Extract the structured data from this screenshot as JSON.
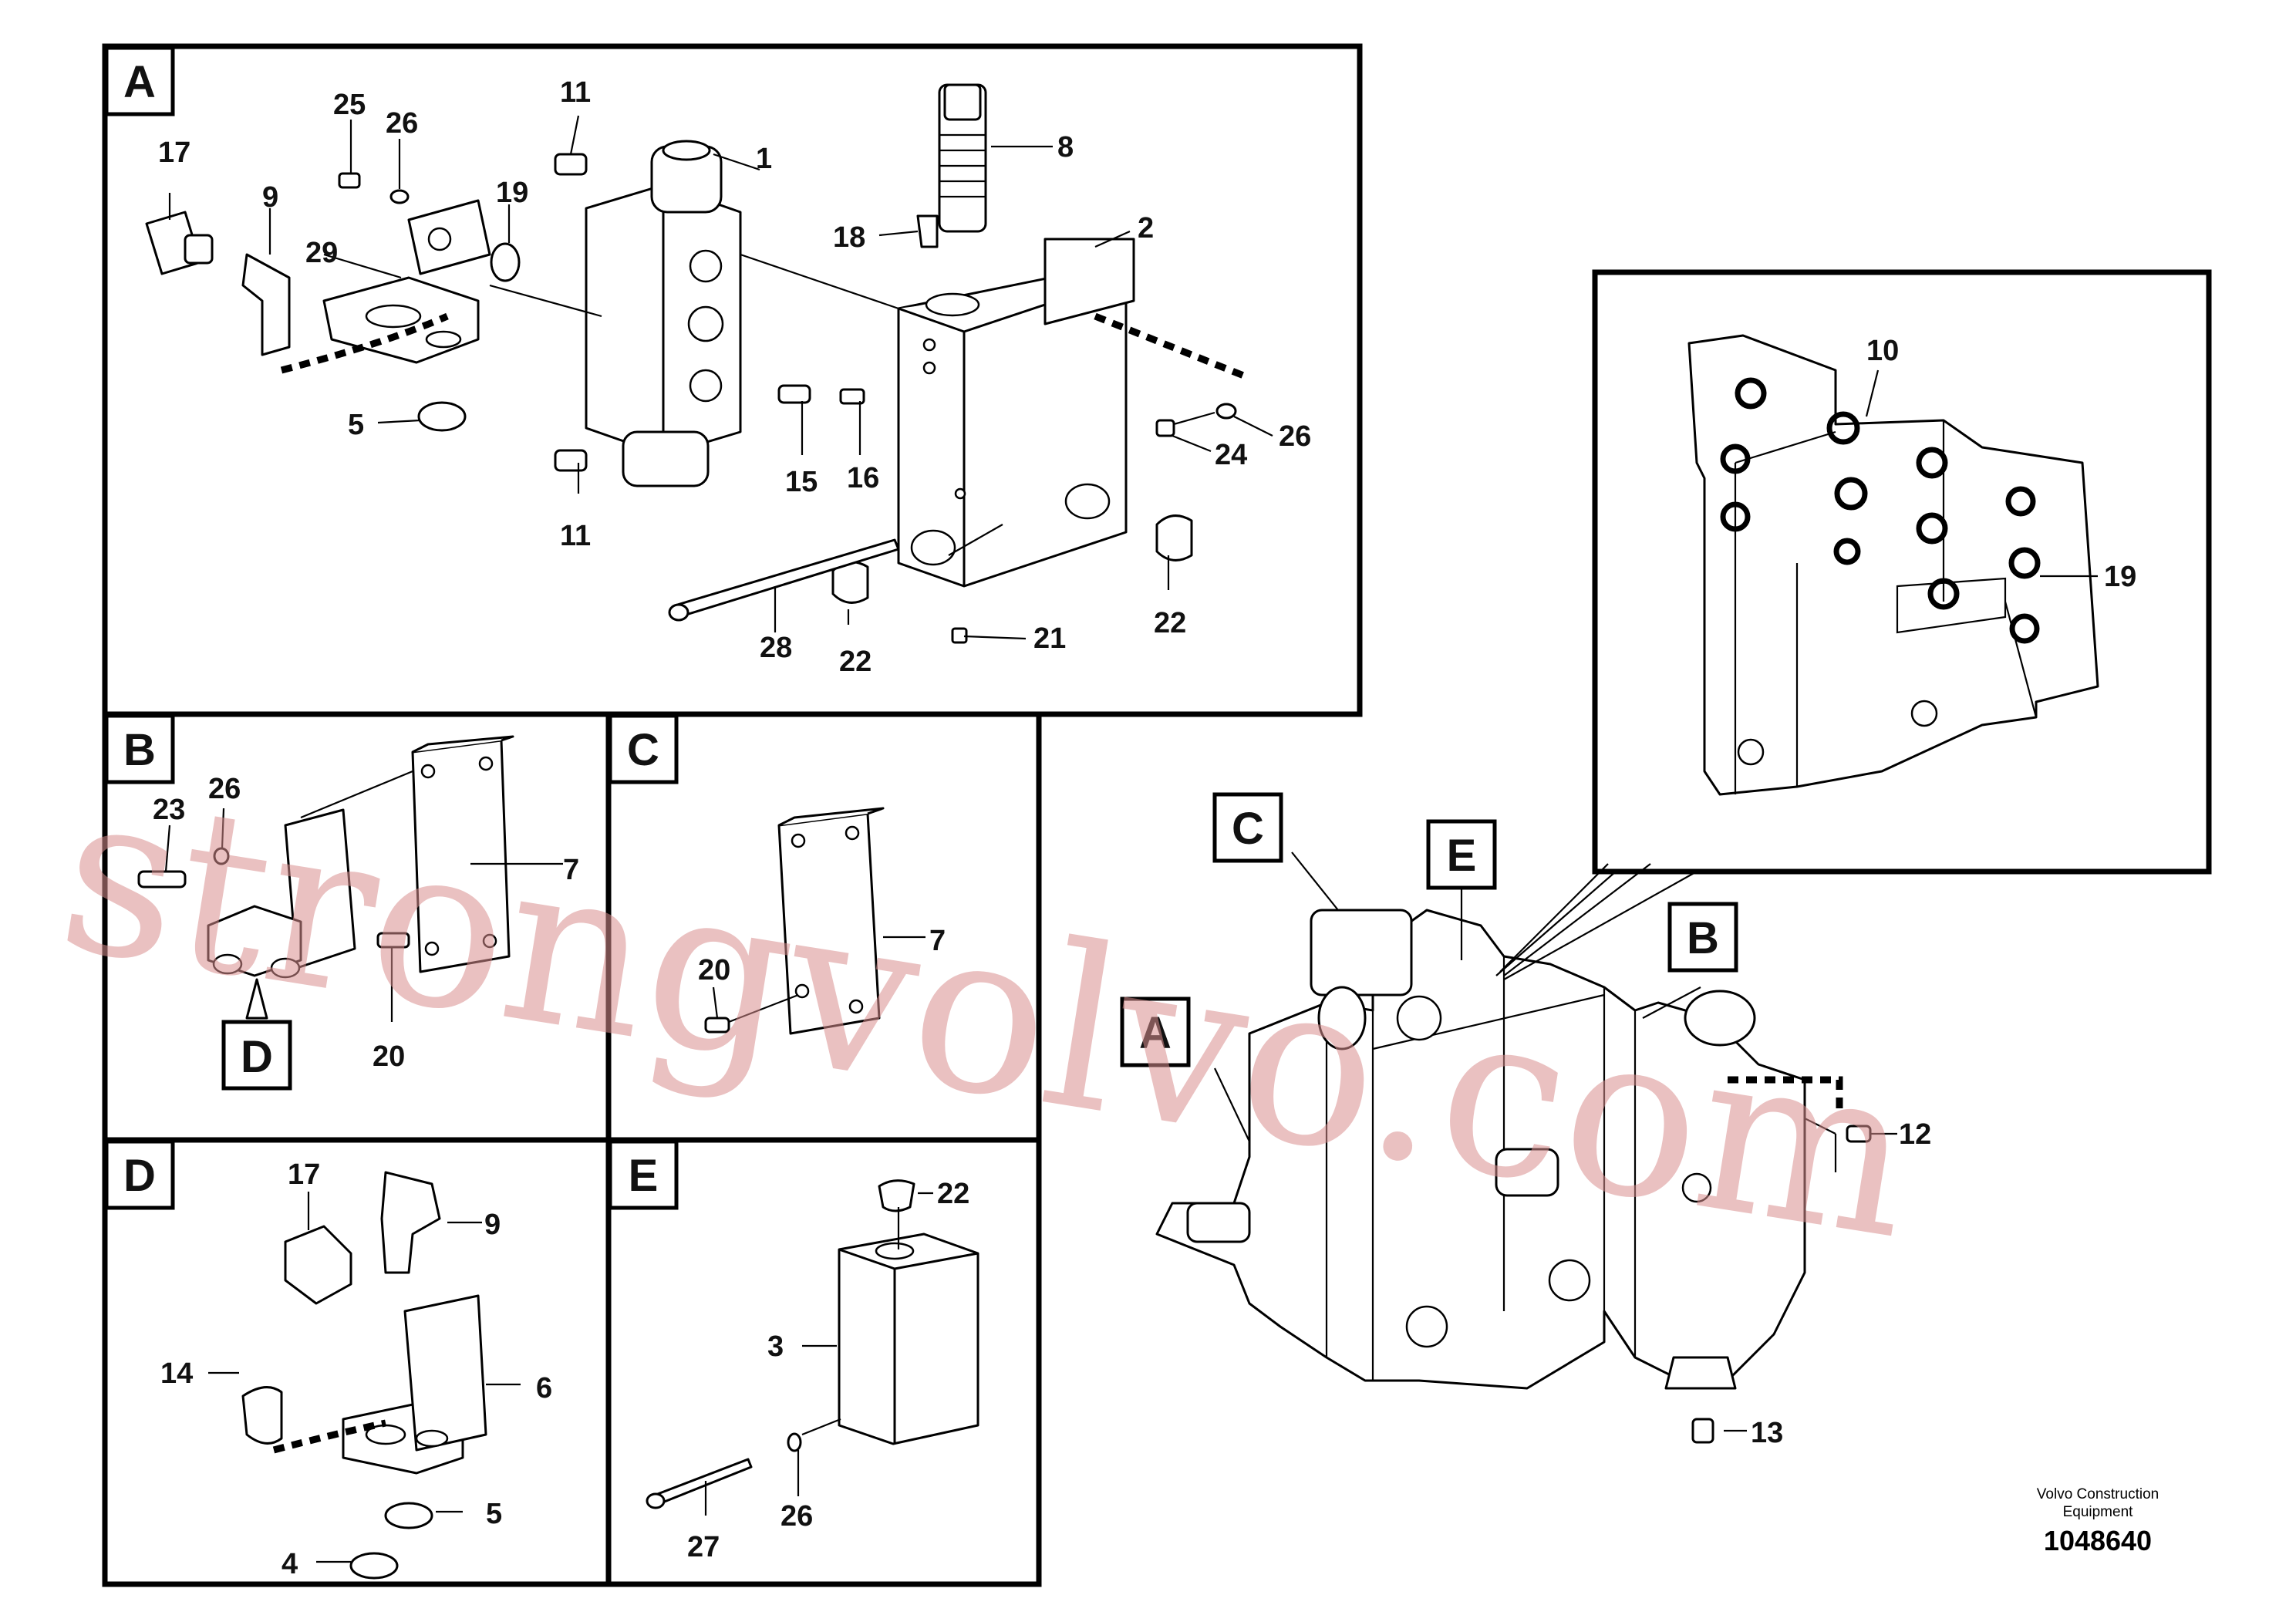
{
  "panels": {
    "a": {
      "tag": "A",
      "labels": {
        "p1": "1",
        "p2": "2",
        "p5": "5",
        "p8": "8",
        "p9": "9",
        "p11a": "11",
        "p11b": "11",
        "p15": "15",
        "p16": "16",
        "p17": "17",
        "p18": "18",
        "p19": "19",
        "p21": "21",
        "p22a": "22",
        "p22b": "22",
        "p24": "24",
        "p25": "25",
        "p26a": "26",
        "p26b": "26",
        "p28": "28",
        "p29": "29"
      }
    },
    "b": {
      "tag": "B",
      "labels": {
        "p23": "23",
        "p26": "26",
        "p7": "7",
        "p20": "20"
      },
      "ref_tag": "D"
    },
    "c": {
      "tag": "C",
      "labels": {
        "p20": "20",
        "p7": "7"
      }
    },
    "d": {
      "tag": "D",
      "labels": {
        "p17": "17",
        "p9": "9",
        "p14": "14",
        "p6": "6",
        "p5": "5",
        "p4": "4"
      }
    },
    "e": {
      "tag": "E",
      "labels": {
        "p22": "22",
        "p3": "3",
        "p26": "26",
        "p27": "27"
      }
    },
    "detail": {
      "labels": {
        "p10": "10",
        "p19": "19"
      }
    },
    "assembly": {
      "tags": {
        "a": "A",
        "b": "B",
        "c": "C",
        "e": "E"
      },
      "labels": {
        "p12": "12",
        "p13": "13"
      }
    }
  },
  "watermark": "strongvolvo.com",
  "footer": {
    "company": "Volvo Construction",
    "company2": "Equipment",
    "number": "1048640"
  }
}
